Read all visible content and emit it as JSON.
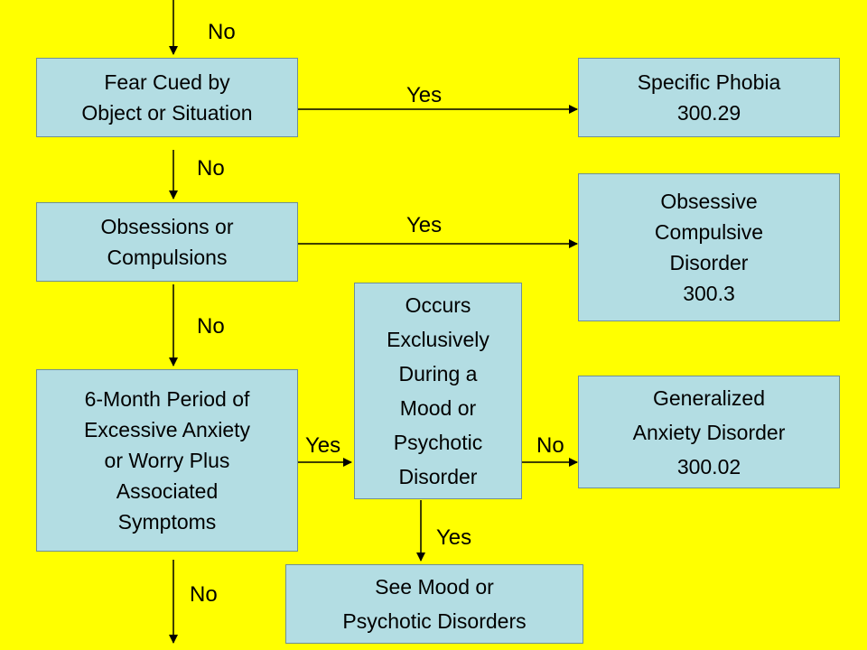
{
  "boxes": {
    "fear_cued": "Fear Cued by\nObject or Situation",
    "specific_phobia": "Specific Phobia\n300.29",
    "obsessions": "Obsessions or\nCompulsions",
    "ocd": "Obsessive\nCompulsive\nDisorder\n300.3",
    "six_month": "6-Month Period of\nExcessive Anxiety\nor Worry Plus\nAssociated\nSymptoms",
    "occurs_exclusively": "Occurs\nExclusively\nDuring a\nMood or\nPsychotic\nDisorder",
    "gad": "Generalized\nAnxiety Disorder\n300.02",
    "see_mood": "See Mood or\nPsychotic Disorders"
  },
  "labels": {
    "no_top": "No",
    "yes_phobia": "Yes",
    "no_to_obsessions": "No",
    "yes_ocd": "Yes",
    "no_to_six_month": "No",
    "yes_to_occurs": "Yes",
    "no_to_gad": "No",
    "yes_to_see_mood": "Yes",
    "no_bottom": "No"
  },
  "colors": {
    "background": "#ffff00",
    "box_fill": "#b3dde3",
    "box_border": "#6f8f96",
    "arrow": "#000000"
  }
}
